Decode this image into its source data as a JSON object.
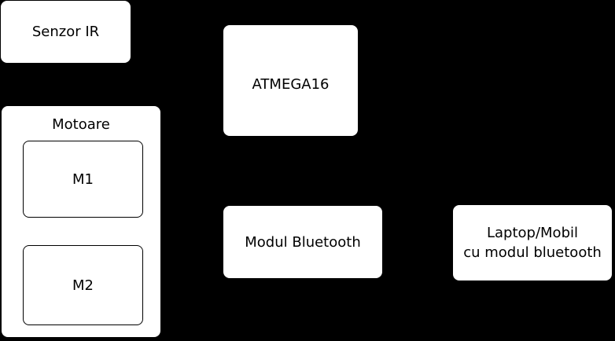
{
  "colors": {
    "background": "#000000",
    "node_fill": "#ffffff",
    "node_border": "#000000",
    "text": "#000000"
  },
  "diagram": {
    "nodes": {
      "senzor_ir": {
        "label": "Senzor IR"
      },
      "atmega16": {
        "label": "ATMEGA16"
      },
      "motoare": {
        "title": "Motoare",
        "motors": [
          {
            "label": "M1"
          },
          {
            "label": "M2"
          }
        ]
      },
      "modul_bluetooth": {
        "label": "Modul Bluetooth"
      },
      "laptop_mobil": {
        "lines": [
          "Laptop/Mobil",
          "cu modul bluetooth"
        ]
      }
    }
  }
}
